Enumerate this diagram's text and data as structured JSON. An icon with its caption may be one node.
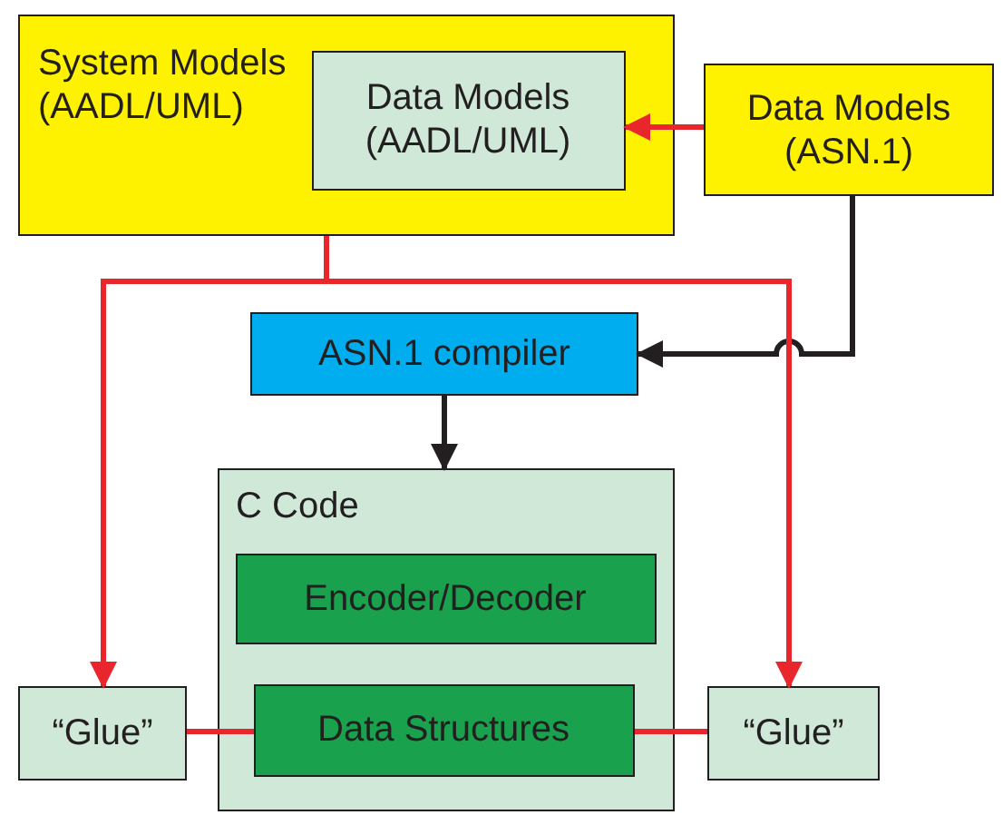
{
  "diagram": {
    "nodes": [
      {
        "text": [
          "System Models (AADL/UML)"
        ]
      },
      {
        "text": [
          "Data Models (AADL/UML)"
        ],
        "in": 0
      },
      {
        "text": [
          "Data Models (ASN.1)"
        ]
      },
      {
        "text": [
          "ASN.1 compiler"
        ]
      },
      {
        "text": [
          "C Code"
        ]
      },
      {
        "text": [
          "Encoder/Decoder"
        ],
        "in": 4
      },
      {
        "text": [
          "Data Structures"
        ],
        "in": 4
      },
      {
        "text": [
          "“Glue”"
        ]
      },
      {
        "text": [
          "“Glue”"
        ]
      }
    ],
    "edges": [
      {
        "from": 2,
        "to": 1,
        "arrow": "to"
      },
      {
        "from": 2,
        "to": 3,
        "arrow": "to",
        "color": "#231f20"
      },
      {
        "from": 3,
        "to": 4,
        "arrow": "to",
        "color": "#231f20"
      },
      {
        "from": 0,
        "to": 7,
        "arrow": "to"
      },
      {
        "from": 0,
        "to": 8,
        "arrow": "to"
      },
      {
        "from": 7,
        "to": 6,
        "arrow": "none"
      },
      {
        "from": 6,
        "to": 8,
        "arrow": "none"
      }
    ]
  }
}
